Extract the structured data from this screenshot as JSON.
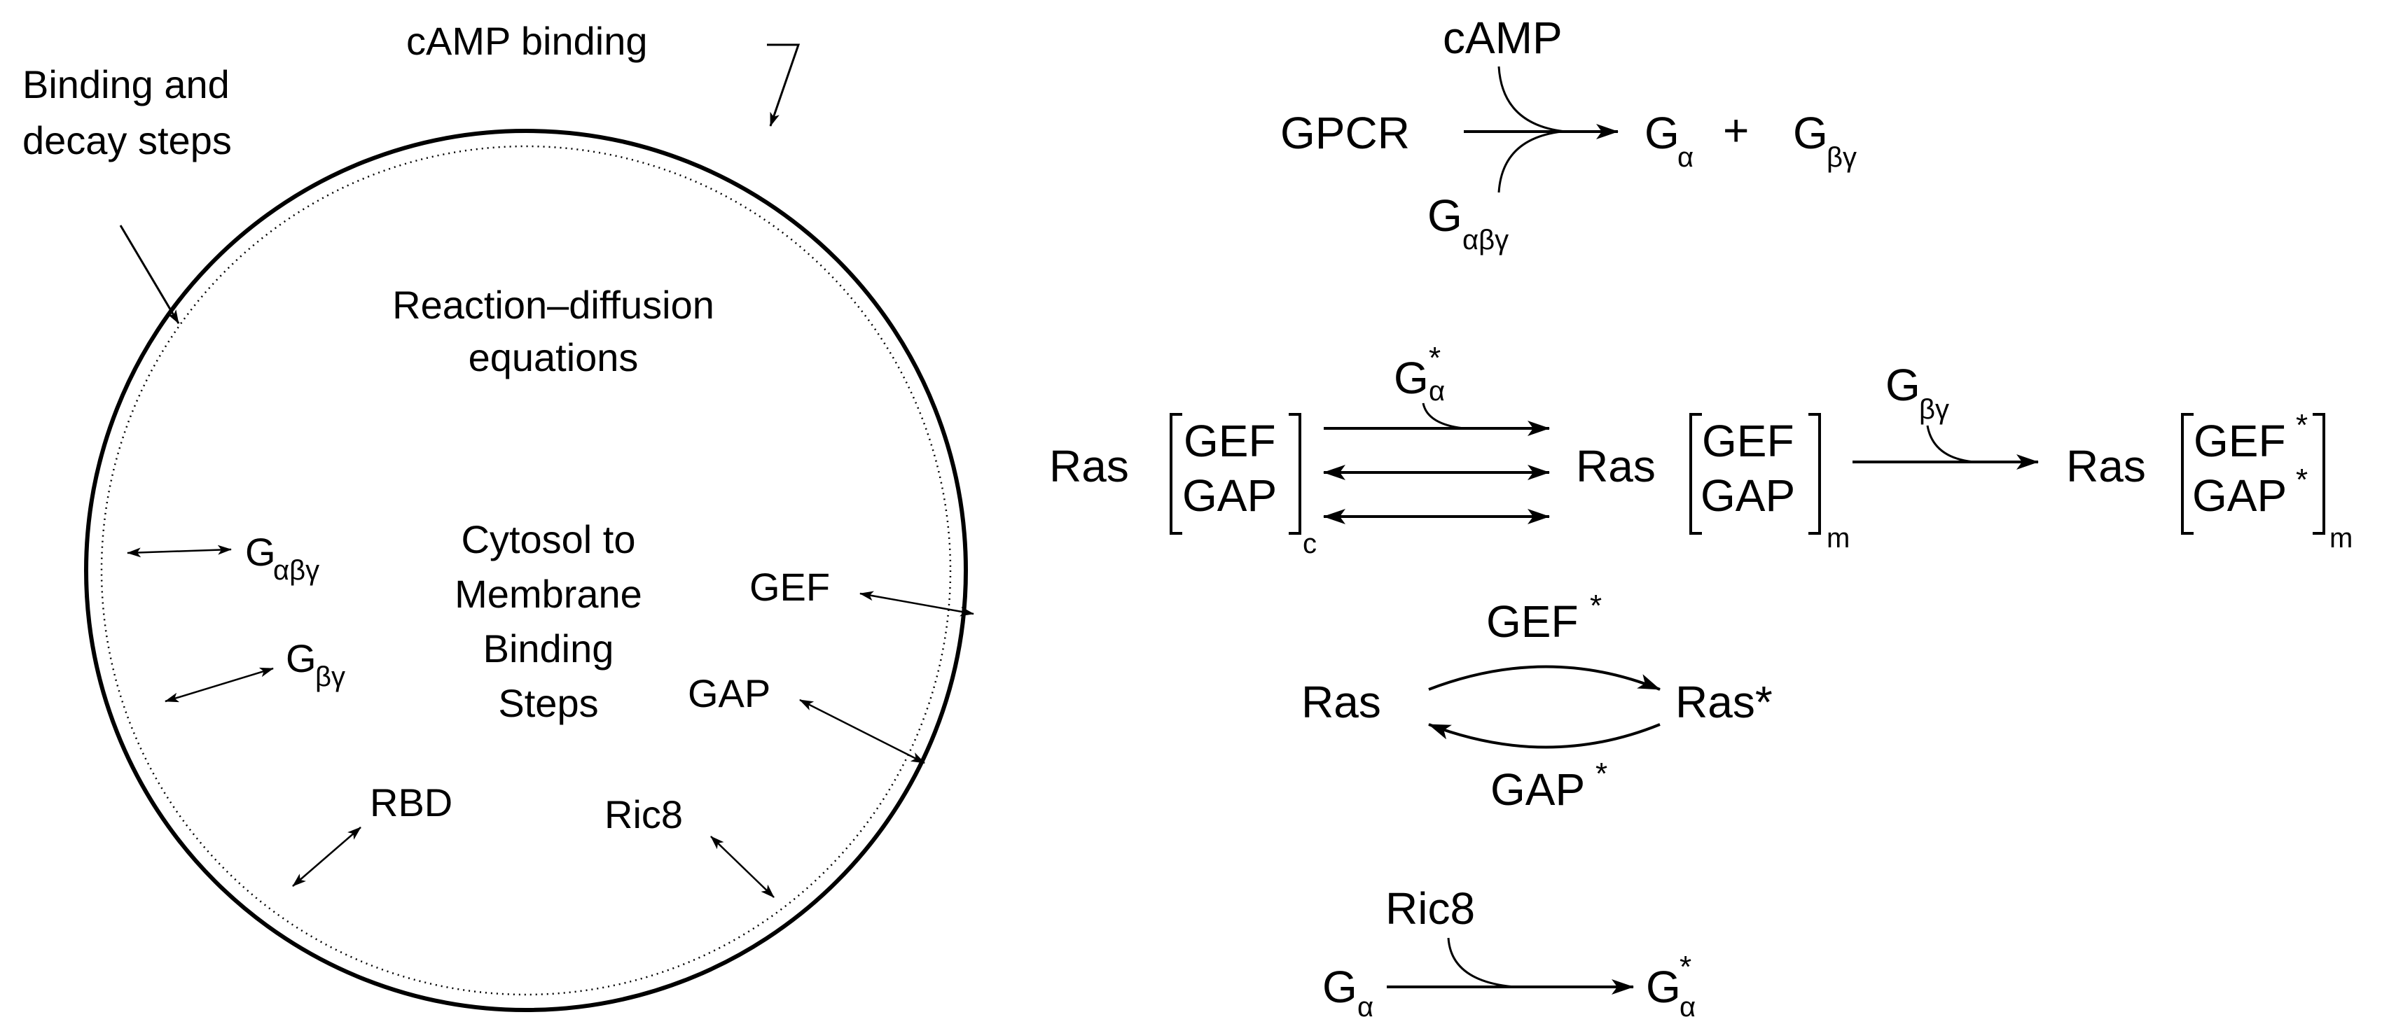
{
  "cell": {
    "camp_binding": "cAMP binding",
    "binding_decay_line1": "Binding and",
    "binding_decay_line2": "decay steps",
    "reaction_line1": "Reaction–diffusion",
    "reaction_line2": "equations",
    "cytosol_line1": "Cytosol to",
    "cytosol_line2": "Membrane",
    "cytosol_line3": "Binding",
    "cytosol_line4": "Steps",
    "g_abg": "G",
    "g_abg_sub": "αβγ",
    "g_bg": "G",
    "g_bg_sub": "βγ",
    "gef": "GEF",
    "gap": "GAP",
    "rbd": "RBD",
    "ric8": "Ric8"
  },
  "reactions": {
    "r1": {
      "camp": "cAMP",
      "gpcr": "GPCR",
      "g_alpha": "G",
      "alpha_sub": "α",
      "plus": "+",
      "g_bg": "G",
      "bg_sub": "βγ",
      "g_abg": "G",
      "abg_sub": "αβγ"
    },
    "r2": {
      "ras1": "Ras",
      "gef1": "GEF",
      "gap1": "GAP",
      "c_sub": "c",
      "galpha_star": "G",
      "galpha_star_sup": "*",
      "galpha_star_sub": "α",
      "ras2": "Ras",
      "gef2": "GEF",
      "gap2": "GAP",
      "m_sub1": "m",
      "gbg": "G",
      "gbg_sub": "βγ",
      "ras3": "Ras",
      "gef3": "GEF",
      "gef3_star": "*",
      "gap3": "GAP",
      "gap3_star": "*",
      "m_sub2": "m"
    },
    "r3": {
      "ras": "Ras",
      "ras_star": "Ras*",
      "gef_star": "GEF",
      "gef_star_sup": "*",
      "gap_star": "GAP",
      "gap_star_sup": "*"
    },
    "r4": {
      "ric8": "Ric8",
      "g_alpha": "G",
      "alpha_sub": "α",
      "g_alpha_star": "G",
      "star_sup": "*",
      "star_sub": "α"
    }
  }
}
